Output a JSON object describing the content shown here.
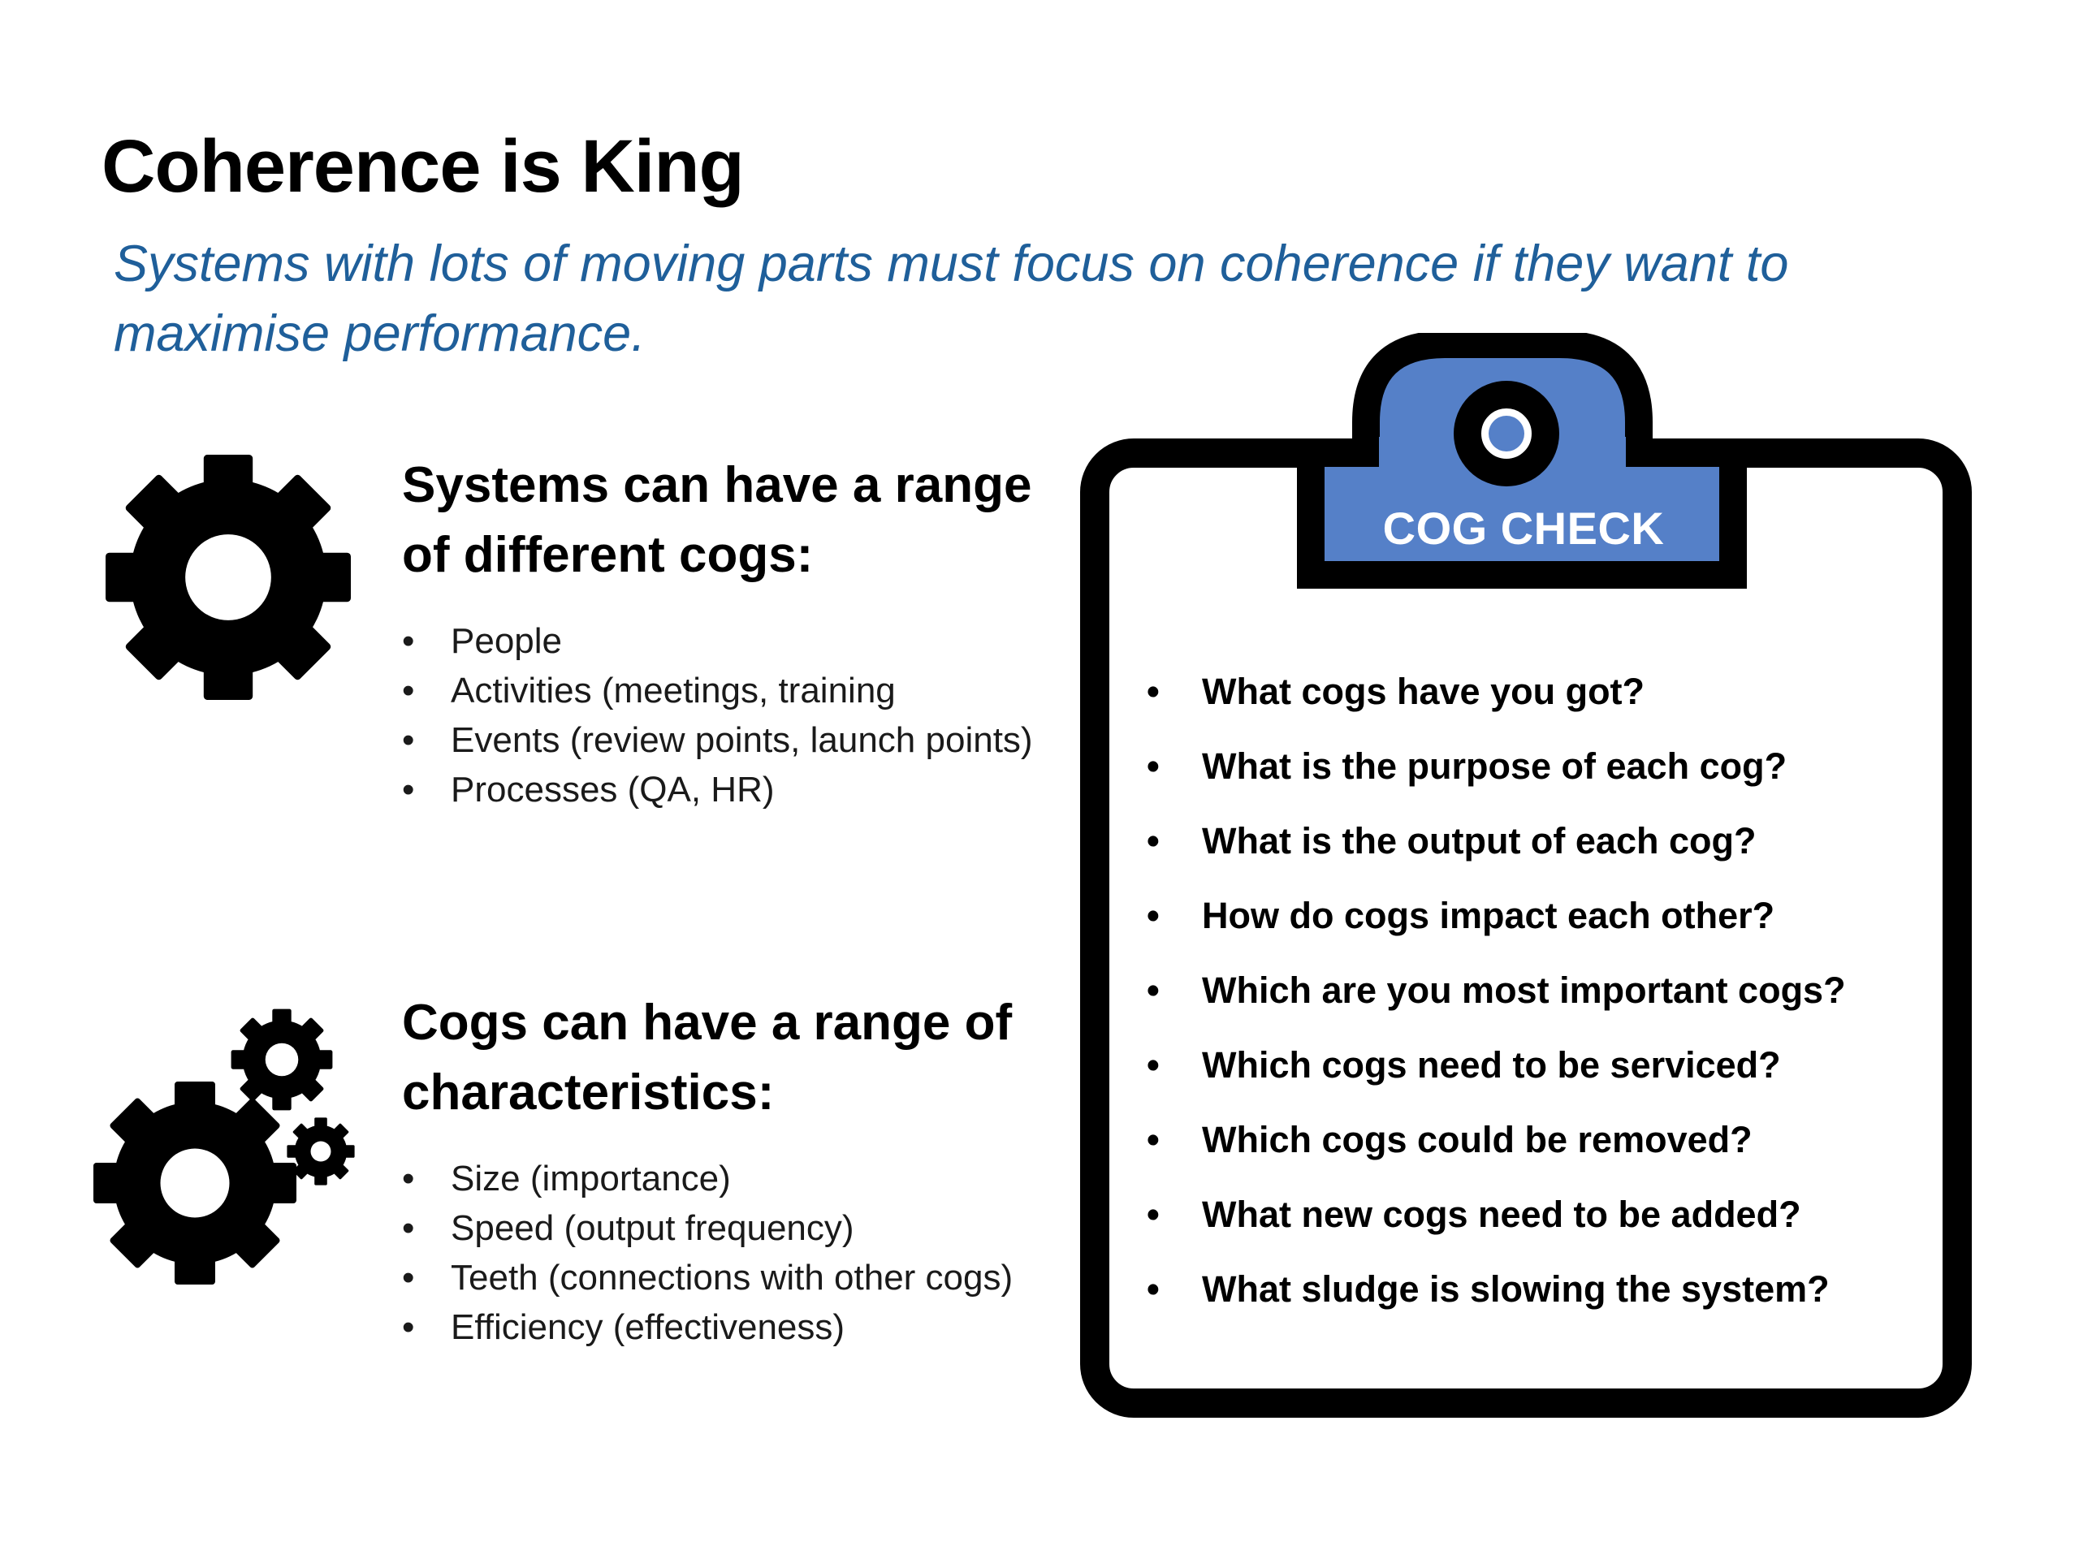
{
  "title": "Coherence is King",
  "subtitle": "Systems with lots of moving parts must focus on coherence if they want to maximise performance.",
  "section1": {
    "heading": "Systems can have a range of different cogs:",
    "bullets": [
      "People",
      "Activities (meetings, training",
      "Events (review points, launch points)",
      "Processes (QA, HR)"
    ],
    "icon": "gear-icon"
  },
  "section2": {
    "heading": "Cogs can have a range of characteristics:",
    "bullets": [
      "Size (importance)",
      "Speed (output frequency)",
      "Teeth (connections with other cogs)",
      "Efficiency (effectiveness)"
    ],
    "icon": "gears-icon"
  },
  "clipboard": {
    "label": "COG CHECK",
    "clip_color": "#5580c8",
    "questions": [
      "What cogs have you got?",
      "What is the purpose of each cog?",
      "What is the output of each cog?",
      "How do cogs impact each other?",
      "Which are you most important cogs?",
      "Which cogs need to be serviced?",
      "Which cogs could be removed?",
      "What new cogs need to be added?",
      "What sludge is slowing the system?"
    ]
  },
  "colors": {
    "subtitle": "#1f5f9a",
    "text": "#000000"
  }
}
